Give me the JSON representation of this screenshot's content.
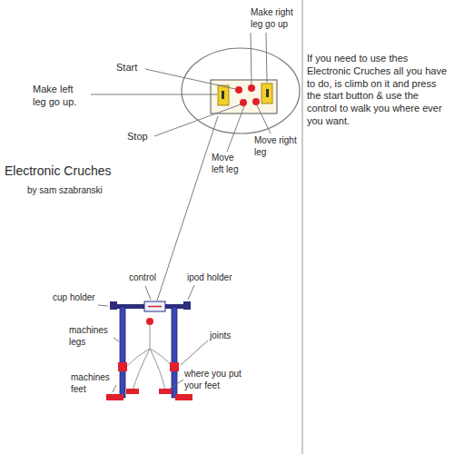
{
  "diagram": {
    "title": "Electronic Cruches",
    "labels": [
      "Start",
      "Make right leg go up",
      "Make left leg go up.",
      "Stop",
      "Move right leg",
      "Move left leg",
      "by sam szabranski",
      "If you need to use thes Electronic Cruches all you have to do, is climb on it and press the start button & use the control to walk you where ever you want.",
      "control",
      "cup holder",
      "ipod holder",
      "machines legs",
      "joints",
      "machines feet",
      "where you put your feet"
    ]
  }
}
